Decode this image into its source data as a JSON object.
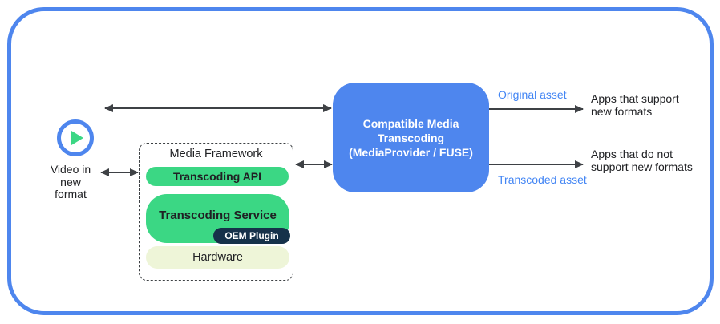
{
  "colors": {
    "frame_blue": "#4e86ee",
    "transcoder_blue": "#4e86ee",
    "flow_label_blue": "#4285f4",
    "green": "#3bd784",
    "oem_navy": "#16314a",
    "hardware_pale": "#eef5d8",
    "arrow_gray": "#3e4145",
    "text_dark": "#202124"
  },
  "source": {
    "icon": "play-icon",
    "label": "Video in\nnew\nformat"
  },
  "framework": {
    "title": "Media Framework",
    "layers": {
      "api": "Transcoding API",
      "service": "Transcoding Service",
      "oem_plugin": "OEM Plugin",
      "hardware": "Hardware"
    }
  },
  "transcoder": {
    "label": "Compatible Media\nTranscoding\n(MediaProvider / FUSE)"
  },
  "flows": {
    "original": {
      "label": "Original asset",
      "target": "Apps that support\nnew formats"
    },
    "transcoded": {
      "label": "Transcoded asset",
      "target": "Apps that do not\nsupport new formats"
    }
  }
}
